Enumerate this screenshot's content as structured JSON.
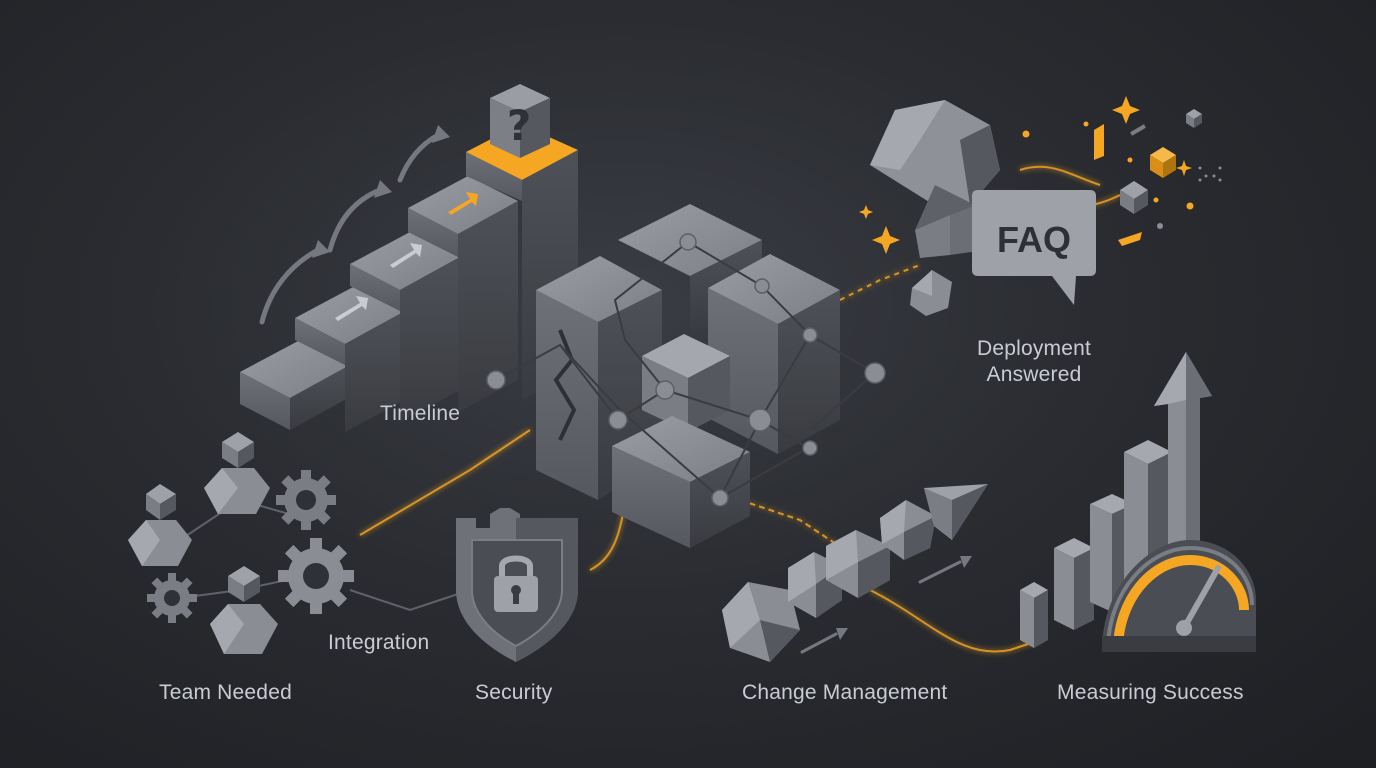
{
  "labels": {
    "timeline": "Timeline",
    "deployment_line1": "Deployment",
    "deployment_line2": "Answered",
    "team_needed": "Team Needed",
    "integration": "Integration",
    "security": "Security",
    "change_management": "Change Management",
    "measuring_success": "Measuring Success"
  },
  "faq_bubble_text": "FAQ",
  "question_mark": "?",
  "colors": {
    "background": "#2a2c31",
    "accent": "#f5a623",
    "block_light": "#8e9198",
    "block_mid": "#6b6e75",
    "block_dark": "#45484e",
    "label_text": "#c9ccd2"
  }
}
